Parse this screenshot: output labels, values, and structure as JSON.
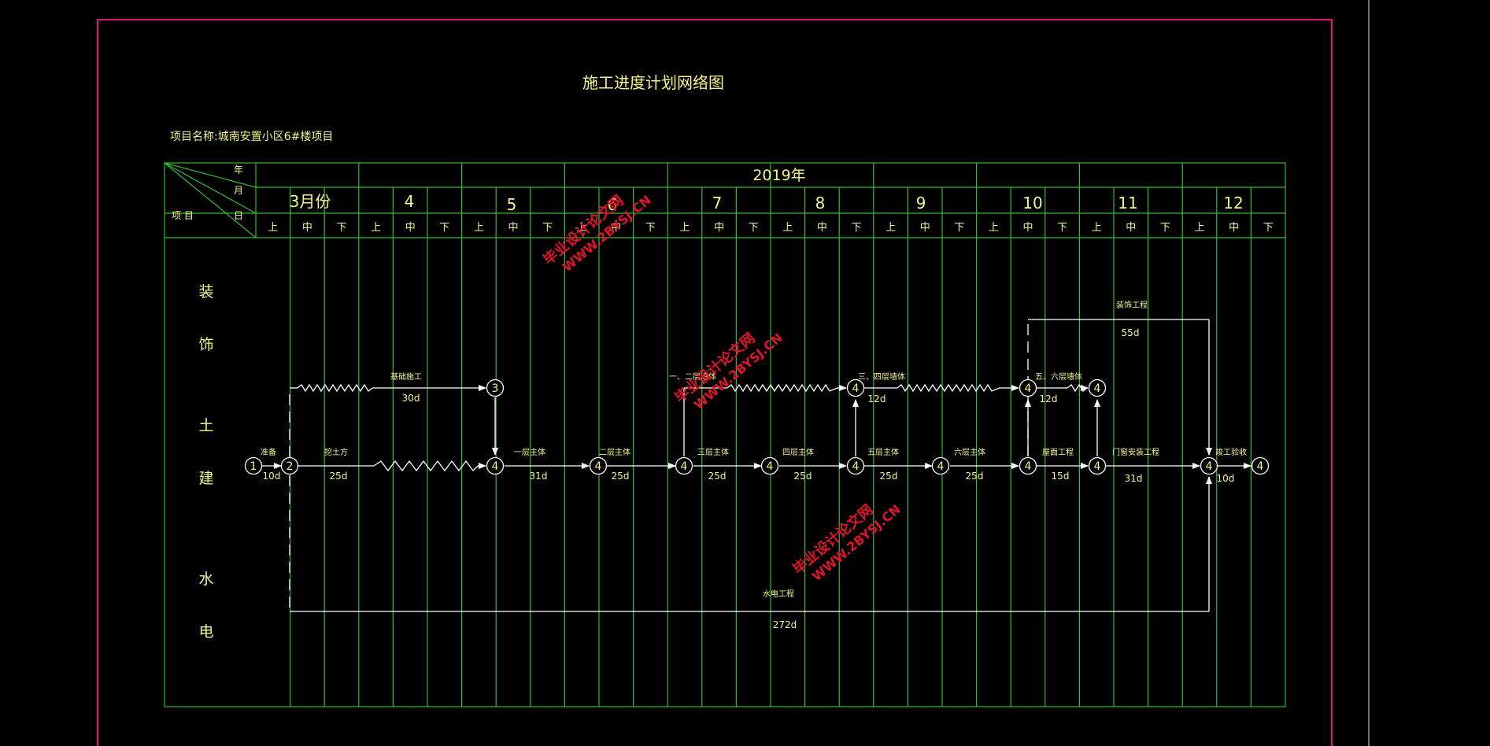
{
  "drawing": {
    "title": "施工进度计划网络图",
    "project_label": "项目名称:城南安置小区6#楼项目",
    "year_label": "2019年",
    "header_corner": {
      "year": "年",
      "month": "月",
      "day": "日",
      "item": "项 目"
    },
    "months": [
      "3月份",
      "4",
      "5",
      "6",
      "7",
      "8",
      "9",
      "10",
      "11",
      "12"
    ],
    "periods": [
      "上",
      "中",
      "下"
    ],
    "categories": [
      "装",
      "饰",
      "土",
      "建",
      "水",
      "电"
    ]
  },
  "network": {
    "nodes": [
      {
        "id": "n1",
        "label": "1"
      },
      {
        "id": "n2",
        "label": "2"
      },
      {
        "id": "n3",
        "label": "3"
      },
      {
        "id": "n4a",
        "label": "4"
      },
      {
        "id": "n4b",
        "label": "4"
      },
      {
        "id": "n4c",
        "label": "4"
      },
      {
        "id": "n4d",
        "label": "4"
      },
      {
        "id": "n4e",
        "label": "4"
      },
      {
        "id": "n4f",
        "label": "4"
      },
      {
        "id": "n4g",
        "label": "4"
      },
      {
        "id": "n4h",
        "label": "4"
      },
      {
        "id": "n4i",
        "label": "4"
      },
      {
        "id": "n4j",
        "label": "4"
      },
      {
        "id": "n4k",
        "label": "4"
      },
      {
        "id": "n4l",
        "label": "4"
      },
      {
        "id": "n4m",
        "label": "4"
      }
    ],
    "activities": [
      {
        "name": "准备",
        "duration": "10d"
      },
      {
        "name": "挖土方",
        "duration": "25d"
      },
      {
        "name": "基础施工",
        "duration": "30d"
      },
      {
        "name": "一层主体",
        "duration": "31d"
      },
      {
        "name": "二层主体",
        "duration": "25d"
      },
      {
        "name": "三层主体",
        "duration": "25d"
      },
      {
        "name": "四层主体",
        "duration": "25d"
      },
      {
        "name": "五层主体",
        "duration": "25d"
      },
      {
        "name": "六层主体",
        "duration": "25d"
      },
      {
        "name": "屋面工程",
        "duration": "15d"
      },
      {
        "name": "门窗安装工程",
        "duration": "31d"
      },
      {
        "name": "竣工验收",
        "duration": "10d"
      },
      {
        "name": "一、二层墙体",
        "duration": ""
      },
      {
        "name": "三、四层墙体",
        "duration": "12d"
      },
      {
        "name": "五、六层墙体",
        "duration": "12d"
      },
      {
        "name": "装饰工程",
        "duration": "55d"
      },
      {
        "name": "水电工程",
        "duration": "272d"
      }
    ]
  },
  "watermarks": [
    {
      "line1": "毕业设计论文网",
      "line2": "WWW.2BYSJ.CN"
    },
    {
      "line1": "毕业设计论文网",
      "line2": "WWW.2BYSJ.CN"
    },
    {
      "line1": "毕业设计论文网",
      "line2": "WWW.2BYSJ.CN"
    }
  ],
  "colors": {
    "background": "#000000",
    "frame": "#e0147a",
    "grid": "#33bb33",
    "text_yellow": "#f5f58a",
    "line_white": "#ffffff",
    "watermark": "#e0142a",
    "side_line": "#9a9a9a"
  }
}
